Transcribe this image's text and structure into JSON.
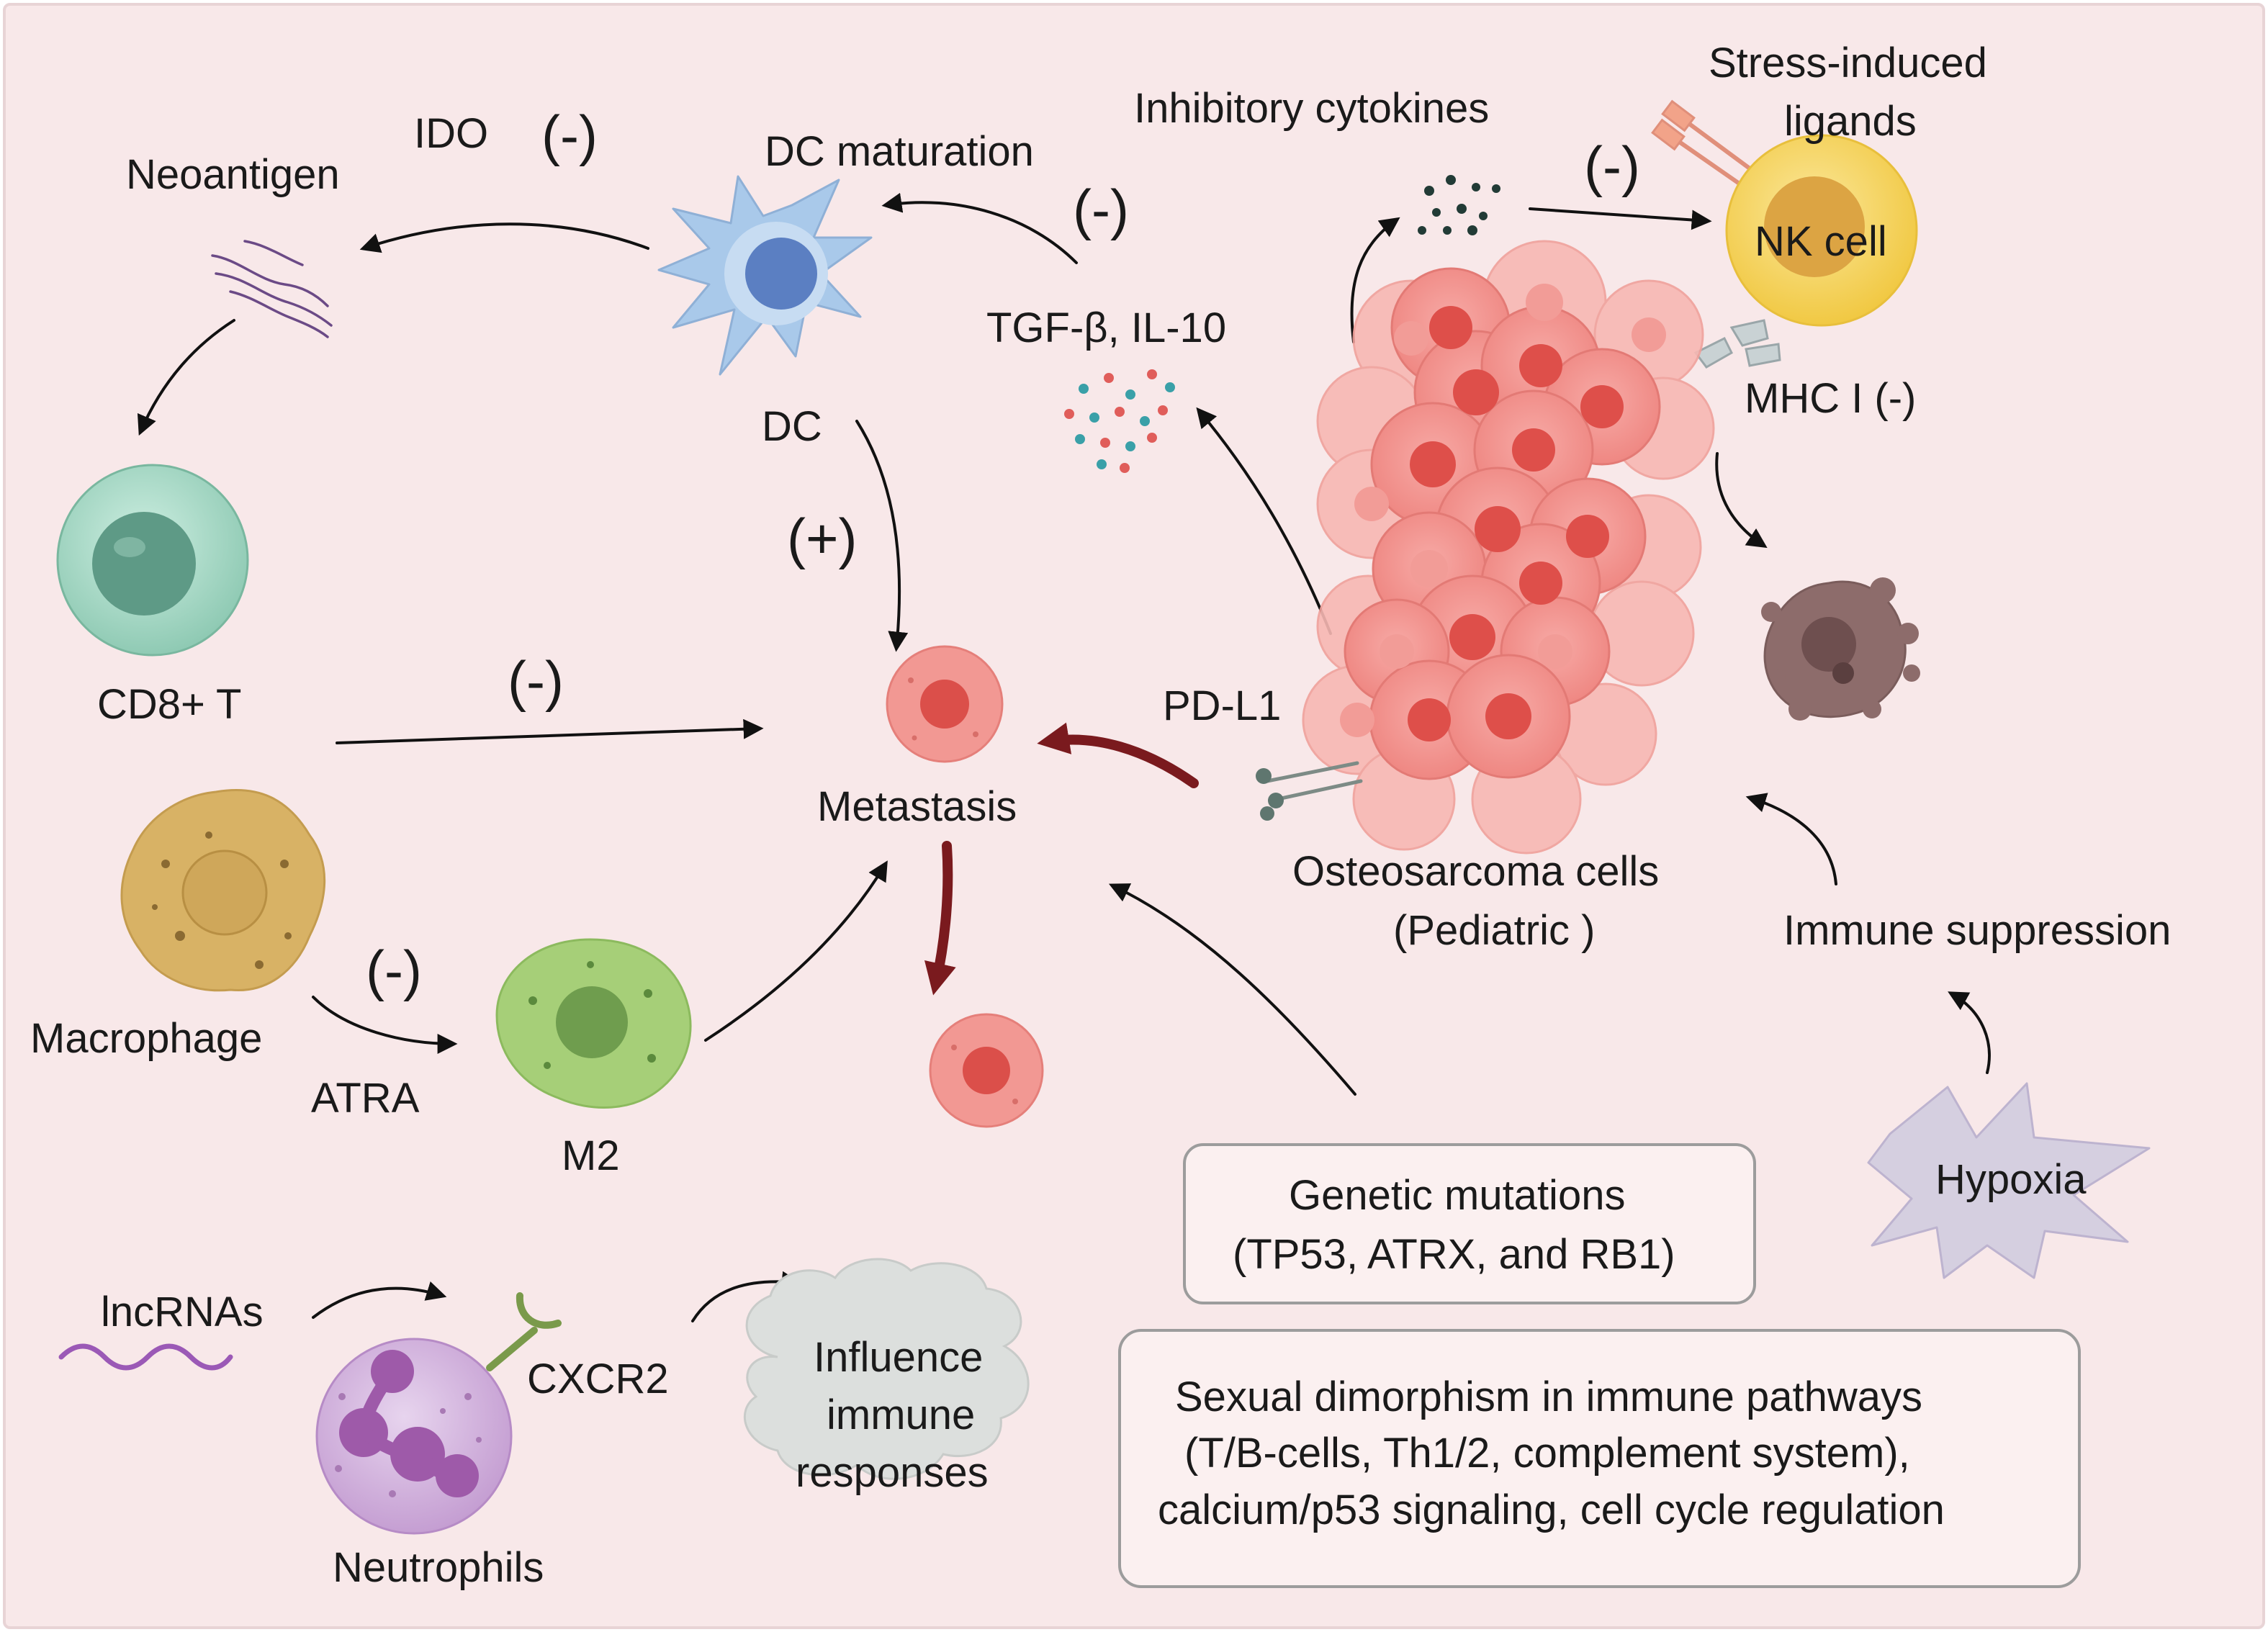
{
  "colors": {
    "background": "#f8e8e9",
    "border": "#e8d4d6",
    "arrow": "#111111",
    "metastasis_arrow": "#7a1a1e",
    "osteosarcoma": "#ee7c78",
    "cd8": "#8ac7b0",
    "dc": "#a9c9ea",
    "nk": "#f6d564",
    "macrophage": "#d8b265",
    "m2": "#a6cf78",
    "neutrophil": "#c49bd2",
    "hypoxia": "#d5cfe0",
    "cloud": "#dcdfdd"
  },
  "labels": {
    "ido": "IDO",
    "ido_sign": "(-)",
    "neoantigen": "Neoantigen",
    "dc_maturation": "DC maturation",
    "dc": "DC",
    "dc_sign": "(-)",
    "metastasis_dc_sign": "(+)",
    "cd8": "CD8+ T",
    "cd8_sign": "(-)",
    "macrophage": "Macrophage",
    "macrophage_sign": "(-)",
    "atra": "ATRA",
    "m2": "M2",
    "metastasis": "Metastasis",
    "inhibitory_cytokines": "Inhibitory cytokines",
    "nk_sign": "(-)",
    "stress_ligands_line1": "Stress-induced",
    "stress_ligands_line2": "ligands",
    "nk_cell": "NK cell",
    "tgf": "TGF-β, IL-10",
    "mhc": "MHC I (-)",
    "pdl1": "PD-L1",
    "osteosarcoma_line1": "Osteosarcoma cells",
    "osteosarcoma_line2": "(Pediatric )",
    "immune_suppression": "Immune suppression",
    "hypoxia": "Hypoxia",
    "lncrnas": "lncRNAs",
    "cxcr2": "CXCR2",
    "neutrophils": "Neutrophils",
    "influence_line1": "Influence",
    "influence_line2": "immune",
    "influence_line3": "responses",
    "genetic_line1": "Genetic mutations",
    "genetic_line2": "(TP53, ATRX, and RB1)",
    "sexual_line1": "Sexual dimorphism in immune pathways",
    "sexual_line2": "(T/B-cells, Th1/2, complement system),",
    "sexual_line3": "calcium/p53 signaling, cell cycle regulation"
  }
}
